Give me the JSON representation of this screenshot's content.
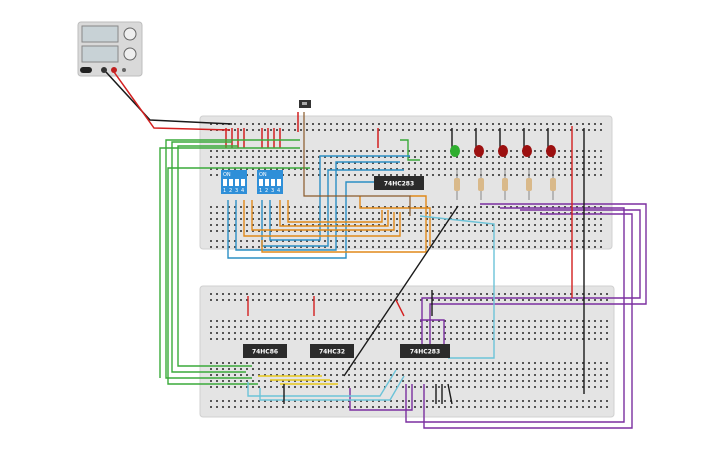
{
  "chips": {
    "top_adder": "74HC283",
    "bottom_xor": "74HC86",
    "bottom_or": "74HC32",
    "bottom_adder": "74HC283"
  },
  "dip_switches": {
    "on_label": "ON",
    "positions": [
      "1",
      "2",
      "3",
      "4"
    ]
  },
  "power_supply": {
    "minus_terminal": "-",
    "plus_terminal": "+"
  },
  "colors": {
    "board": "#e4e4e4",
    "board_edge": "#d6d6d6",
    "chip": "#2b2b2b",
    "dip_switch": "#2f8fd8",
    "wire_red": "#d32020",
    "wire_black": "#1a1a1a",
    "wire_green": "#3aaa3a",
    "wire_blue": "#2b8fc4",
    "wire_orange": "#e0891a",
    "wire_purple": "#7b2fa0",
    "wire_brown": "#8a5a2a",
    "wire_cyan": "#6cc3d8",
    "wire_yellow": "#e8c81a",
    "led_green": "#2fae2f",
    "led_red": "#9c1010"
  },
  "leds": [
    "green",
    "red",
    "red",
    "red",
    "red"
  ]
}
